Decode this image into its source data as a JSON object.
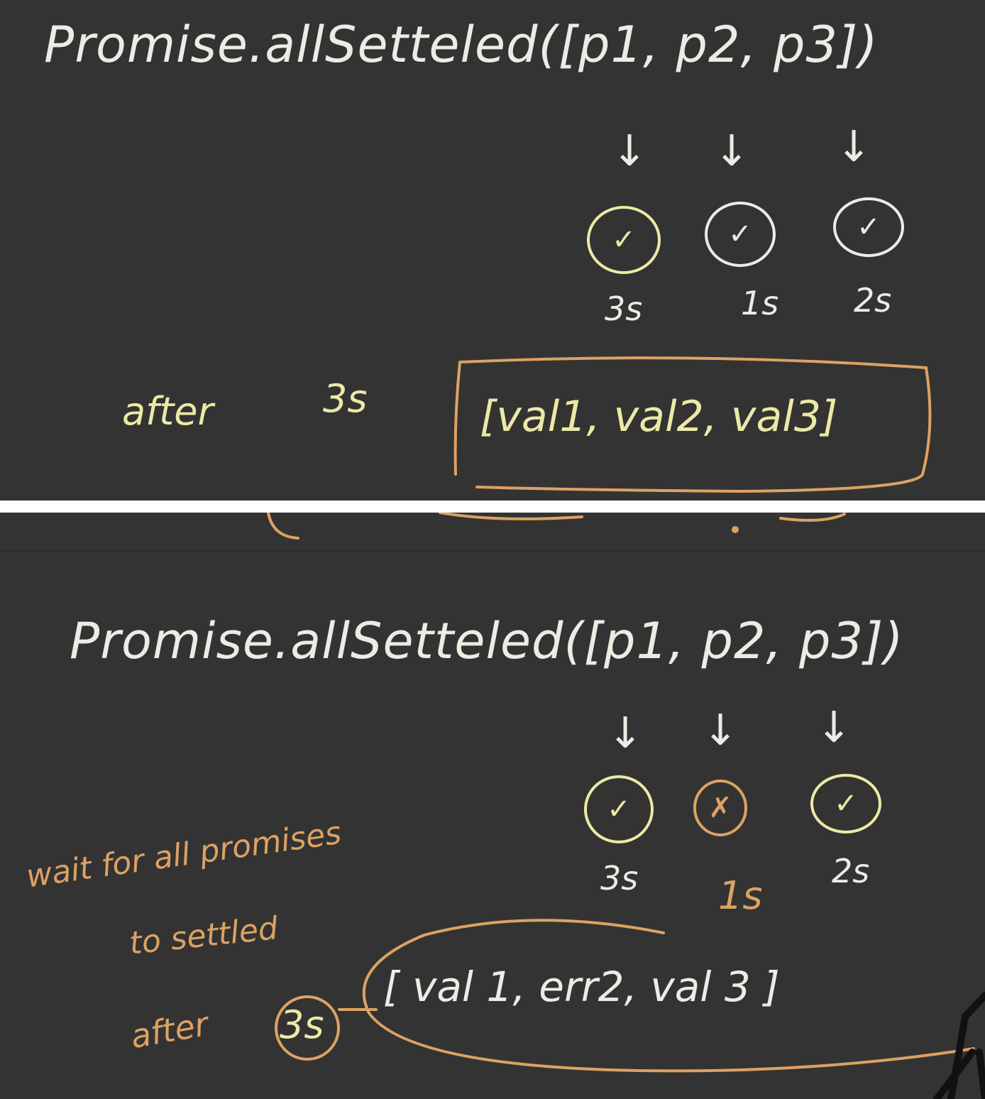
{
  "panels": {
    "top": {
      "call": "Promise.allSetteled([p1, p2, p3])",
      "arrows": [
        "↓",
        "↓",
        "↓"
      ],
      "statuses": [
        "✓",
        "✓",
        "✓"
      ],
      "times": [
        "3s",
        "1s",
        "2s"
      ],
      "after_label": "after",
      "after_time": "3s",
      "result": "[val1, val2, val3]"
    },
    "bottom": {
      "call": "Promise.allSetteled([p1, p2, p3])",
      "arrows": [
        "↓",
        "↓",
        "↓"
      ],
      "statuses": [
        "✓",
        "✗",
        "✓"
      ],
      "times": [
        "3s",
        "1s",
        "2s"
      ],
      "note_line1": "wait for all promises",
      "note_line2": "to settled",
      "after_label": "after",
      "after_time": "3s",
      "result": "[ val 1, err2, val 3 ]"
    }
  },
  "colors": {
    "background": "#333333",
    "chalk_white": "#ecece4",
    "chalk_yellow": "#ece9a6",
    "chalk_orange": "#dca263"
  }
}
